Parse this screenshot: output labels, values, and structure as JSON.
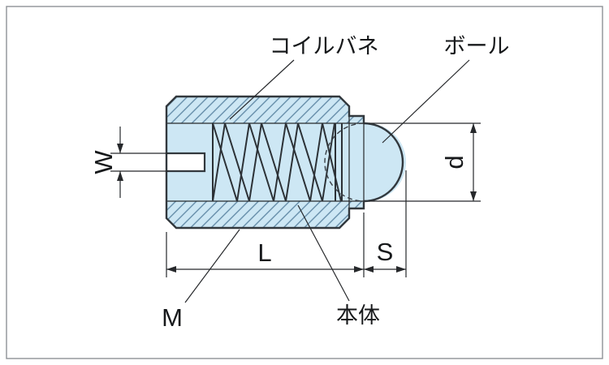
{
  "drawing": {
    "labels": {
      "coil_spring": "コイルバネ",
      "ball": "ボール",
      "body": "本体"
    },
    "dims": {
      "w": "W",
      "d": "d",
      "l": "L",
      "s": "S",
      "m": "M"
    },
    "colors": {
      "part_fill": "#cde7f4",
      "hatch_line": "#5d86a3",
      "outline": "#32383d",
      "dimension_line": "#26282b",
      "text": "#17191b",
      "frame": "#8e9296",
      "background": "#ffffff"
    }
  }
}
